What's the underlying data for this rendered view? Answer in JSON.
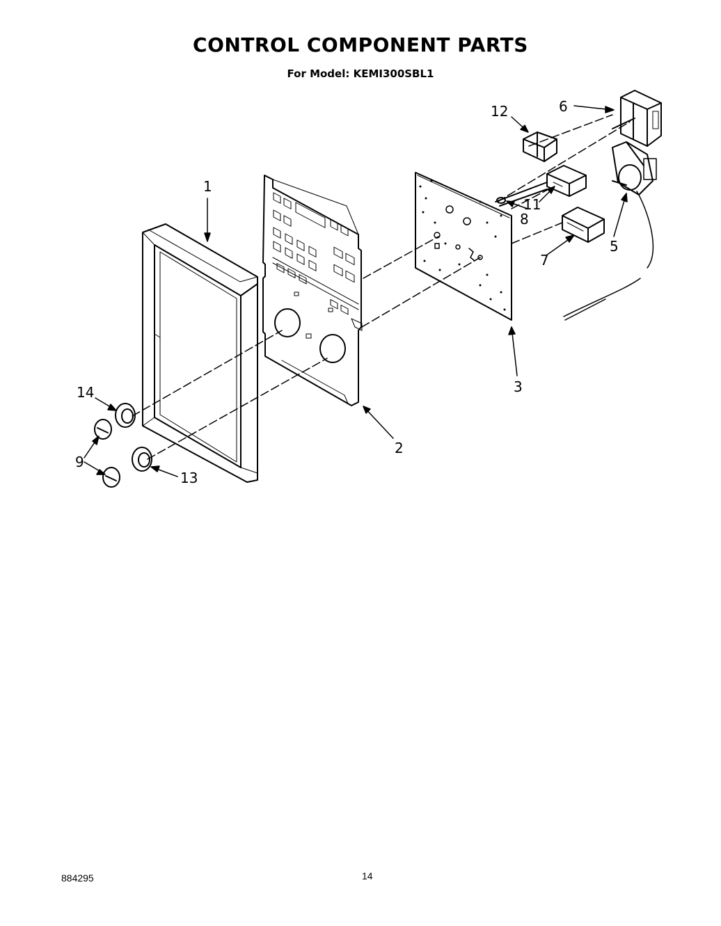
{
  "page": {
    "title": "CONTROL COMPONENT PARTS",
    "subtitle": "For Model: KEMI300SBL1",
    "doc_number": "884295",
    "page_number": "14"
  },
  "callouts": {
    "c1": "1",
    "c2": "2",
    "c3": "3",
    "c5": "5",
    "c6": "6",
    "c7": "7",
    "c8": "8",
    "c9": "9",
    "c11": "11",
    "c12": "12",
    "c13": "13",
    "c14": "14"
  }
}
